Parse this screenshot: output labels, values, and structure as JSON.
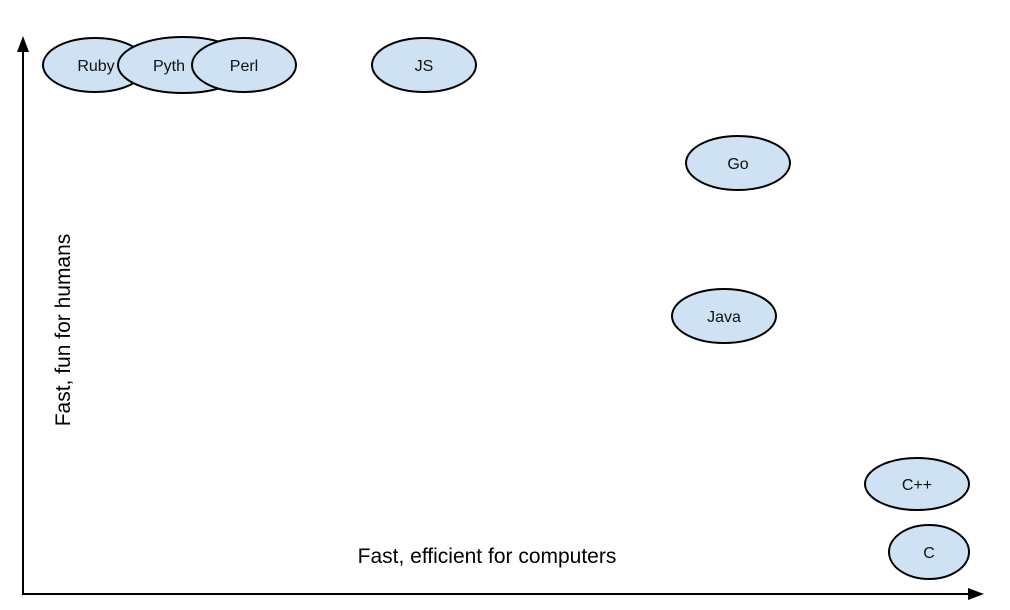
{
  "diagram": {
    "axes": {
      "x_label": "Fast, efficient for computers",
      "y_label": "Fast, fun for humans"
    },
    "colors": {
      "bubble_fill": "#cfe2f3",
      "bubble_stroke": "#000000",
      "axis": "#000000"
    },
    "languages": [
      {
        "id": "ruby",
        "label": "Ruby"
      },
      {
        "id": "perl",
        "label": "Perl"
      },
      {
        "id": "python",
        "label": "Pyth"
      },
      {
        "id": "js",
        "label": "JS"
      },
      {
        "id": "go",
        "label": "Go"
      },
      {
        "id": "java",
        "label": "Java"
      },
      {
        "id": "cpp",
        "label": "C++"
      },
      {
        "id": "c",
        "label": "C"
      }
    ]
  }
}
